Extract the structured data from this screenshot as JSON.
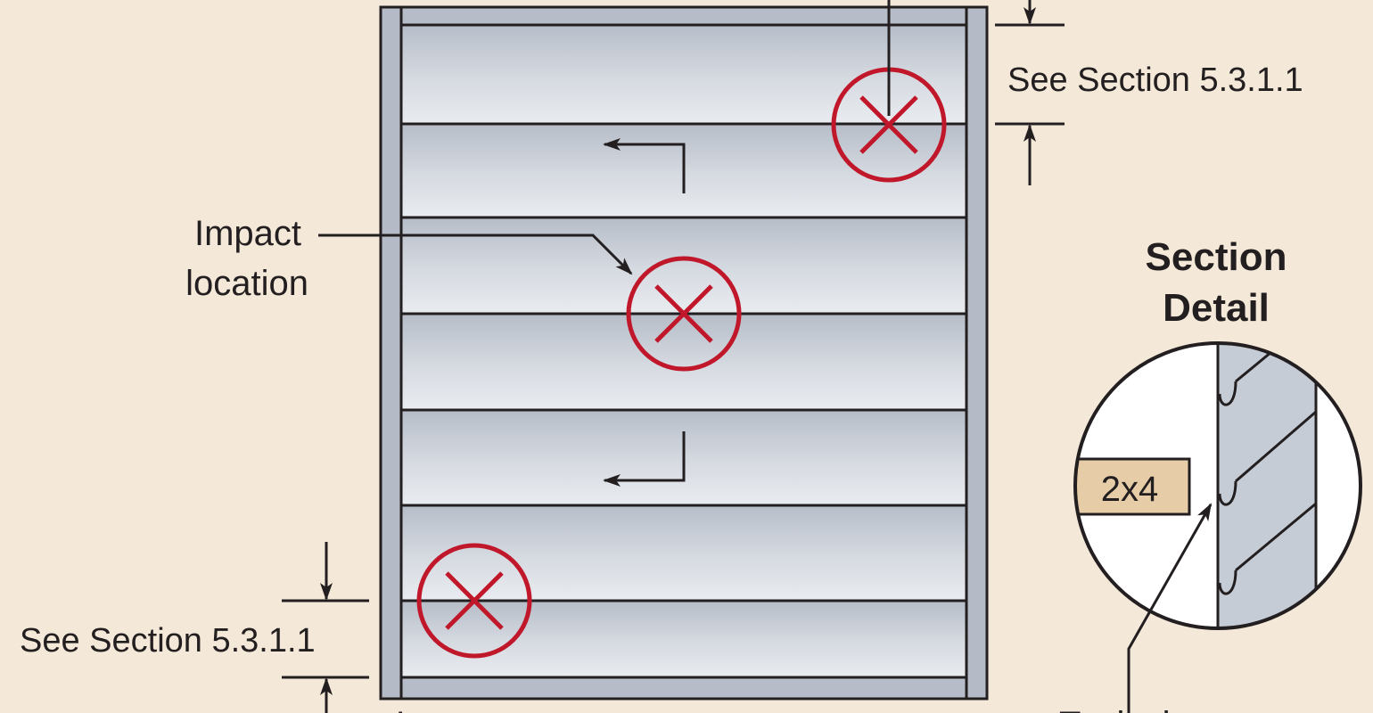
{
  "diagram": {
    "impact_label": [
      "Impact",
      "location"
    ],
    "dimension_top_label": "See Section 5.3.1.1",
    "dimension_bottom_label": "See Section 5.3.1.1",
    "section_detail_title": [
      "Section",
      "Detail"
    ],
    "lumber_label": "2x4",
    "bottom_left_partial_text": "L   ",
    "bottom_right_partial_text": "Typical",
    "colors": {
      "background": "#f4e8d8",
      "impact_marker": "#c0182a",
      "frame": "#b4bbc6",
      "slat_light": "#e6e9ee",
      "slat_dark": "#b8bfca",
      "lumber": "#e6cda8",
      "line": "#231f20"
    },
    "icons": [
      "impact-x-marker-icon",
      "arrow-left-icon",
      "dimension-arrow-icon"
    ]
  }
}
